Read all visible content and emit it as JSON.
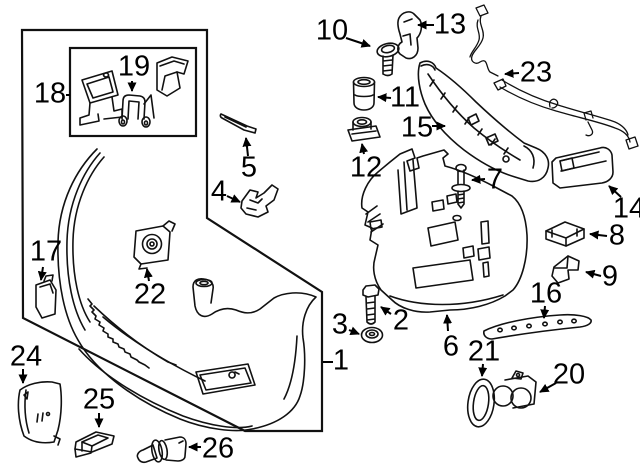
{
  "diagram": {
    "type": "exploded-parts-diagram",
    "description": "Front bumper and components exploded-view parts diagram, black line art on white",
    "background_color": "#ffffff",
    "line_color": "#111111",
    "text_color": "#000000",
    "callouts": [
      {
        "num": "1"
      },
      {
        "num": "2"
      },
      {
        "num": "3"
      },
      {
        "num": "4"
      },
      {
        "num": "5"
      },
      {
        "num": "6"
      },
      {
        "num": "7"
      },
      {
        "num": "8"
      },
      {
        "num": "9"
      },
      {
        "num": "10"
      },
      {
        "num": "11"
      },
      {
        "num": "12"
      },
      {
        "num": "13"
      },
      {
        "num": "14"
      },
      {
        "num": "15"
      },
      {
        "num": "16"
      },
      {
        "num": "17"
      },
      {
        "num": "18"
      },
      {
        "num": "19"
      },
      {
        "num": "20"
      },
      {
        "num": "21"
      },
      {
        "num": "22"
      },
      {
        "num": "23"
      },
      {
        "num": "24"
      },
      {
        "num": "25"
      },
      {
        "num": "26"
      }
    ]
  }
}
